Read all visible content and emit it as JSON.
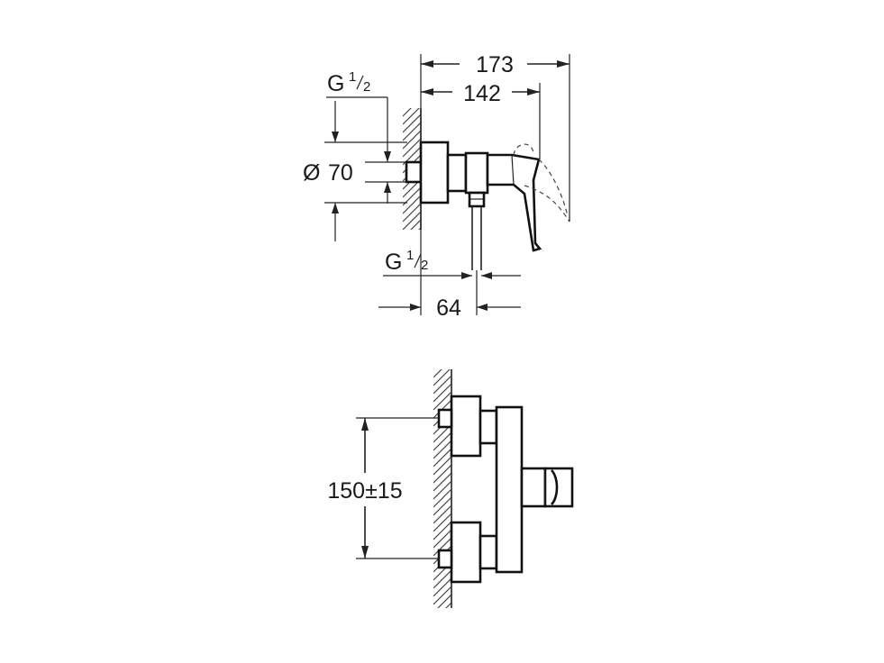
{
  "drawing": {
    "top_view": {
      "dim_overall": "173",
      "dim_handle": "142",
      "dim_depth": "64",
      "thread_wall": {
        "base": "G",
        "sup": "1",
        "sub": "2"
      },
      "thread_outlet": {
        "base": "G",
        "sup": "1",
        "sub": "2"
      },
      "diameter": {
        "symbol": "Ø",
        "value": "70"
      }
    },
    "front_view": {
      "dim_centers": "150±15"
    },
    "colors": {
      "line": "#222222",
      "background": "#ffffff"
    }
  }
}
